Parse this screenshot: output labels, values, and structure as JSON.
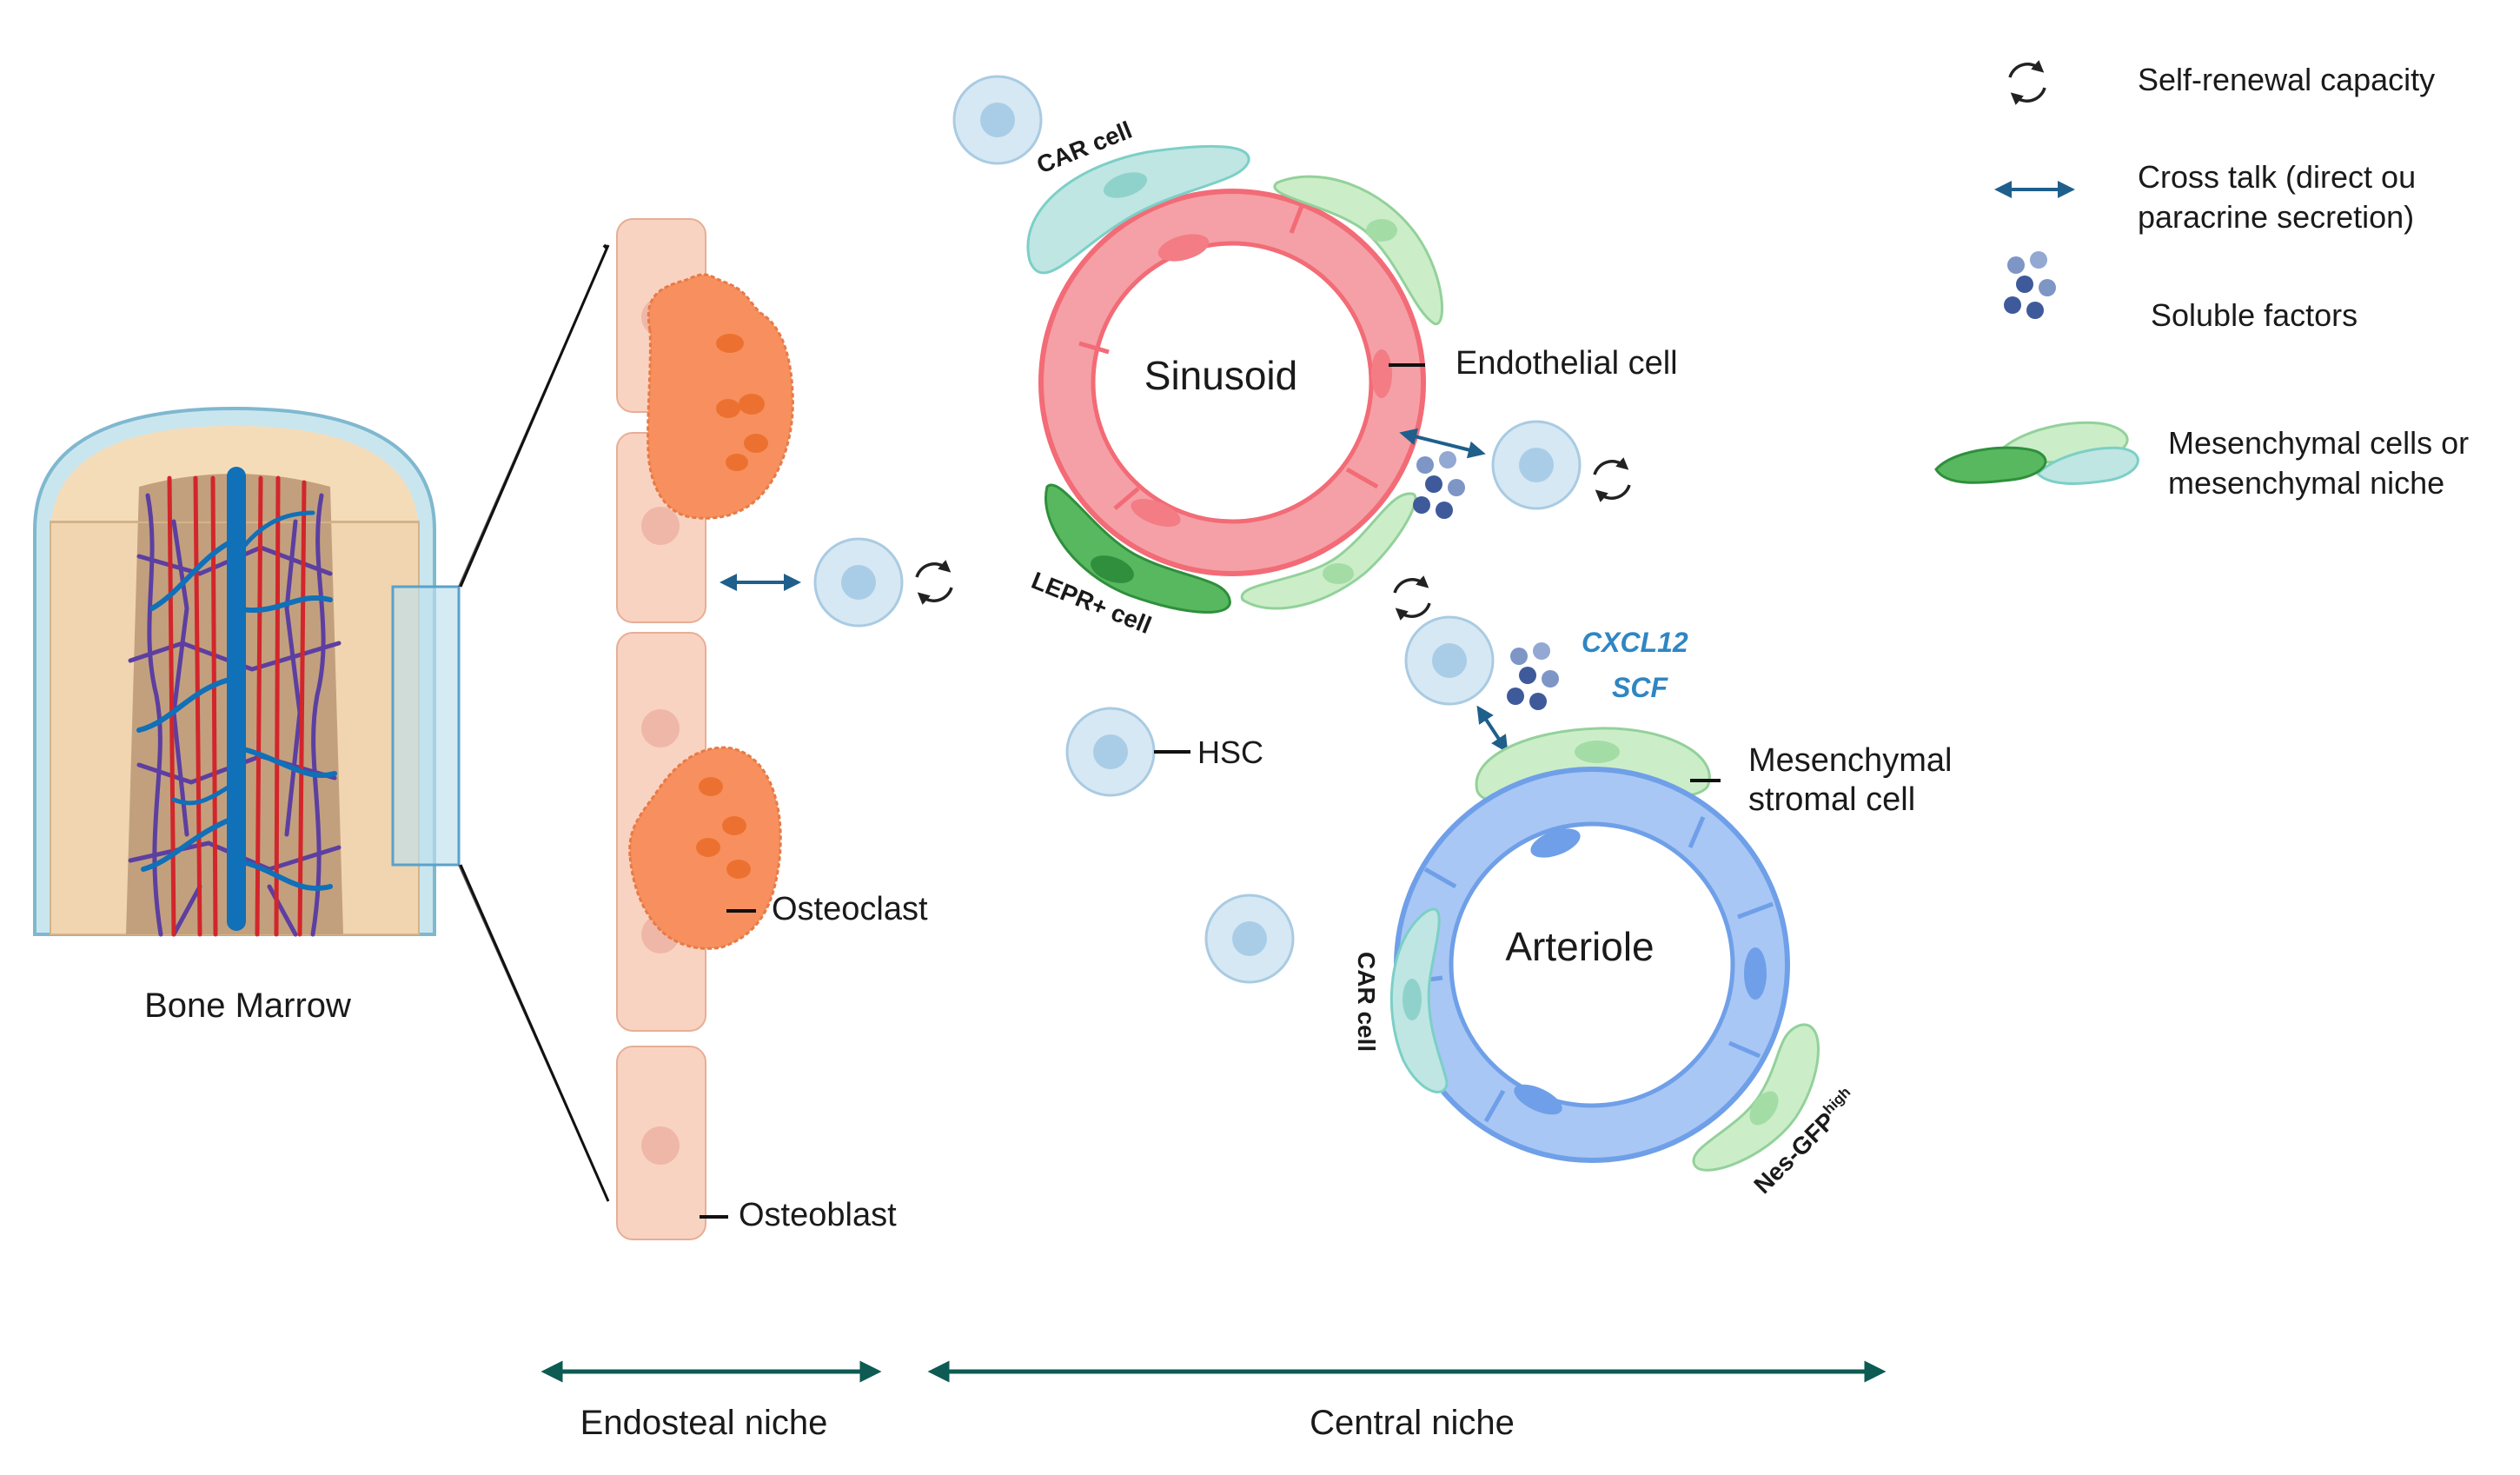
{
  "colors": {
    "arrow_blue": "#1f5f8b",
    "niche_teal": "#0d5b52",
    "cytokine_blue": "#2f86c3",
    "sinusoid_red": "#f5707a",
    "arteriole_blue": "#6f9fe8",
    "osteoblast": "#f9d3c1",
    "osteoclast": "#f7905e",
    "hsc": "#cfe4f2",
    "car_cell": "#bfe6e3",
    "lepr_cell": "#57b85f",
    "mesenchymal": "#cbeec9",
    "bone": "#f2d7b4",
    "marrow": "#c8a88a",
    "vessel_red": "#d2262b",
    "vessel_purple": "#5c3fa0",
    "vessel_blue": "#1070b8"
  },
  "labels": {
    "bone_marrow": "Bone Marrow",
    "osteoclast": "Osteoclast",
    "osteoblast": "Osteoblast",
    "sinusoid": "Sinusoid",
    "endothelial_cell": "Endothelial cell",
    "car_cell_top": "CAR cell",
    "lepr_cell": "LEPR+ cell",
    "hsc": "HSC",
    "cxcl12": "CXCL12",
    "scf": "SCF",
    "mesenchymal_line1": "Mesenchymal",
    "mesenchymal_line2": "stromal cell",
    "arteriole": "Arteriole",
    "car_cell_bottom": "CAR cell",
    "nes_gfp": "Nes-GFP",
    "nes_gfp_sup": "high",
    "endosteal_niche": "Endosteal niche",
    "central_niche": "Central niche"
  },
  "legend": {
    "self_renewal": "Self-renewal capacity",
    "cross_talk_line1": "Cross talk (direct ou",
    "cross_talk_line2": "paracrine secretion)",
    "soluble_factors": "Soluble factors",
    "mesenchymal_line1": "Mesenchymal cells or",
    "mesenchymal_line2": "mesenchymal niche"
  }
}
